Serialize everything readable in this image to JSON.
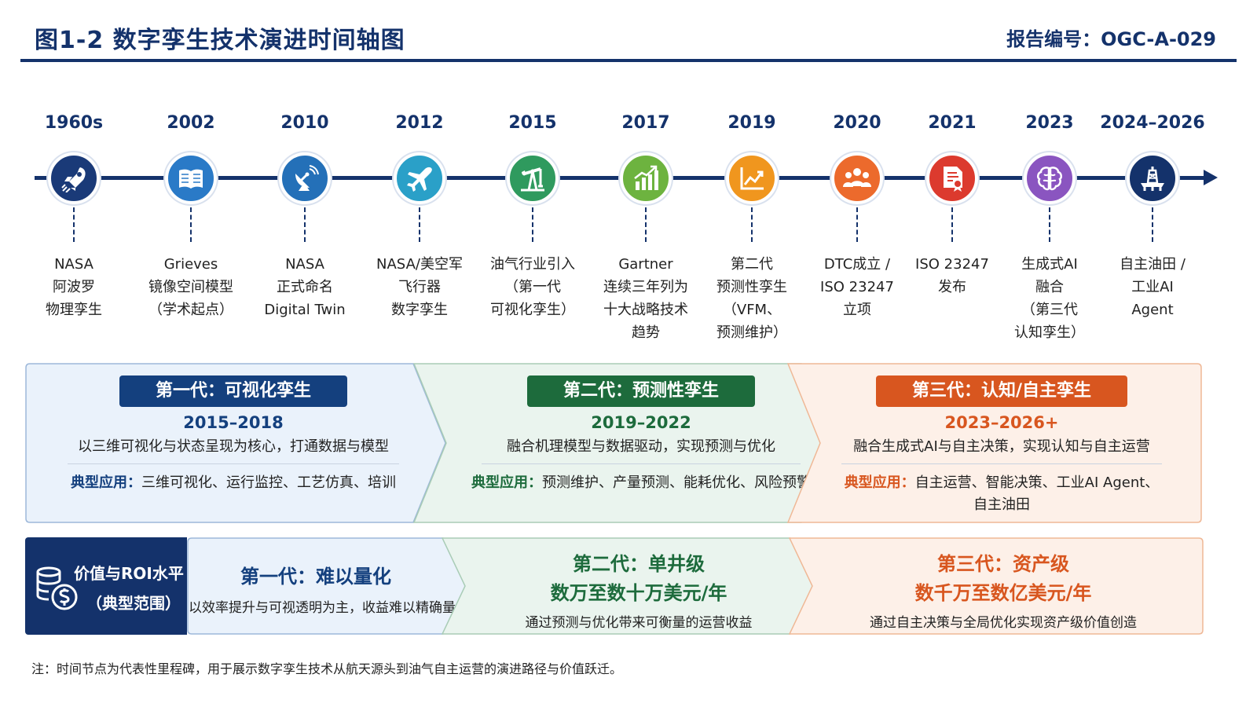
{
  "header": {
    "title": "图1-2  数字孪生技术演进时间轴图",
    "report_no": "报告编号：OGC-A-029",
    "accent_color": "#14326b"
  },
  "timeline": {
    "nodes": [
      {
        "year": "1960s",
        "icon": "rocket-icon",
        "color": "#1a3a78",
        "lines": [
          "NASA",
          "阿波罗",
          "物理孪生"
        ]
      },
      {
        "year": "2002",
        "icon": "book-icon",
        "color": "#2a7ac7",
        "lines": [
          "Grieves",
          "镜像空间模型",
          "（学术起点）"
        ]
      },
      {
        "year": "2010",
        "icon": "satellite-dish-icon",
        "color": "#2470b8",
        "lines": [
          "NASA",
          "正式命名",
          "Digital Twin"
        ]
      },
      {
        "year": "2012",
        "icon": "airplane-icon",
        "color": "#2aa0c8",
        "lines": [
          "NASA/美空军",
          "飞行器",
          "数字孪生"
        ]
      },
      {
        "year": "2015",
        "icon": "oil-pump-icon",
        "color": "#2f9a5e",
        "lines": [
          "油气行业引入",
          "（第一代",
          "可视化孪生）"
        ]
      },
      {
        "year": "2017",
        "icon": "growth-chart-icon",
        "color": "#6db33f",
        "lines": [
          "Gartner",
          "连续三年列为",
          "十大战略技术",
          "趋势"
        ]
      },
      {
        "year": "2019",
        "icon": "line-chart-icon",
        "color": "#f0961e",
        "lines": [
          "第二代",
          "预测性孪生",
          "（VFM、",
          "预测维护）"
        ]
      },
      {
        "year": "2020",
        "icon": "team-icon",
        "color": "#ec6a2c",
        "lines": [
          "DTC成立 /",
          "ISO 23247",
          "立项"
        ]
      },
      {
        "year": "2021",
        "icon": "certificate-icon",
        "color": "#dc3a2e",
        "lines": [
          "ISO 23247",
          "发布"
        ]
      },
      {
        "year": "2023",
        "icon": "brain-icon",
        "color": "#8a55c0",
        "lines": [
          "生成式AI",
          "融合",
          "（第三代",
          "认知孪生）"
        ]
      },
      {
        "year": "2024–2026",
        "icon": "oil-rig-icon",
        "color": "#14326b",
        "lines": [
          "自主油田 /",
          "工业AI",
          "Agent"
        ]
      }
    ]
  },
  "generations": [
    {
      "tag": "第一代：可视化孪生",
      "years": "2015–2018",
      "desc": "以三维可视化与状态呈现为核心，打通数据与模型",
      "app_label": "典型应用：",
      "app_lines": [
        "三维可视化、运行监控、工艺仿真、培训"
      ],
      "tag_color": "#14407e",
      "text_color": "#14407e",
      "bg_color": "#eaf2fb",
      "border_color": "#9db8da"
    },
    {
      "tag": "第二代：预测性孪生",
      "years": "2019–2022",
      "desc": "融合机理模型与数据驱动，实现预测与优化",
      "app_label": "典型应用：",
      "app_lines": [
        "预测维护、产量预测、能耗优化、风险预警"
      ],
      "tag_color": "#1d6b3c",
      "text_color": "#1d6b3c",
      "bg_color": "#eaf4ee",
      "border_color": "#a9ccb6"
    },
    {
      "tag": "第三代：认知/自主孪生",
      "years": "2023–2026+",
      "desc": "融合生成式AI与自主决策，实现认知与自主运营",
      "app_label": "典型应用：",
      "app_lines": [
        "自主运营、智能决策、工业AI  Agent、",
        "自主油田"
      ],
      "tag_color": "#d8561f",
      "text_color": "#d8561f",
      "bg_color": "#fdf0e8",
      "border_color": "#efb896"
    }
  ],
  "value": {
    "label_line1": "价值与ROI水平",
    "label_line2": "（典型范围）",
    "items": [
      {
        "title": "第一代：难以量化",
        "subtitle": "",
        "desc": "以效率提升与可视透明为主，收益难以精确量化",
        "color": "#14407e",
        "bg_color": "#eaf2fb",
        "border_color": "#9db8da"
      },
      {
        "title": "第二代：单井级",
        "subtitle": "数万至数十万美元/年",
        "desc": "通过预测与优化带来可衡量的运营收益",
        "color": "#1d6b3c",
        "bg_color": "#eaf4ee",
        "border_color": "#a9ccb6"
      },
      {
        "title": "第三代：资产级",
        "subtitle": "数千万至数亿美元/年",
        "desc": "通过自主决策与全局优化实现资产级价值创造",
        "color": "#d8561f",
        "bg_color": "#fdf0e8",
        "border_color": "#efb896"
      }
    ]
  },
  "footnote": "注：时间节点为代表性里程碑，用于展示数字孪生技术从航天源头到油气自主运营的演进路径与价值跃迁。"
}
